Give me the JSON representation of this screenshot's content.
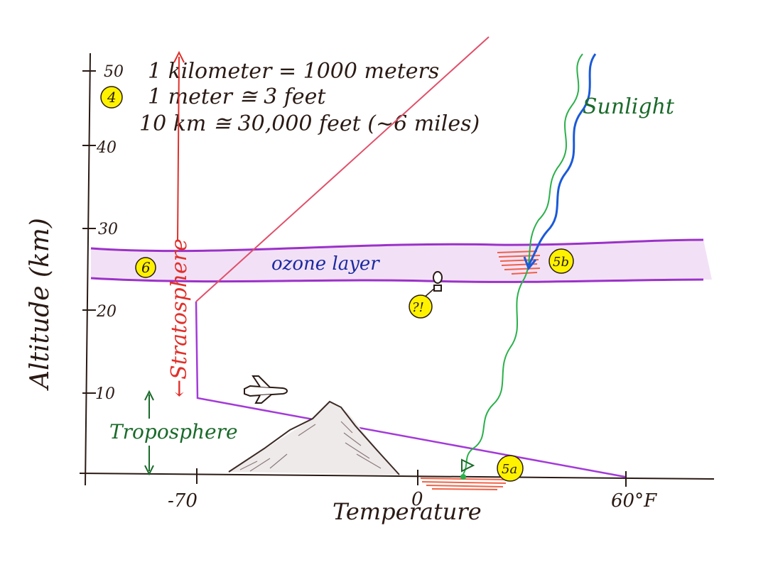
{
  "axes": {
    "y_label": "Altitude (km)",
    "x_label": "Temperature",
    "y_ticks": [
      "50",
      "40",
      "30",
      "20",
      "10"
    ],
    "x_ticks": [
      "-70",
      "0",
      "60°F"
    ]
  },
  "notes": {
    "marker": "4",
    "line1": "1 kilometer = 1000 meters",
    "line2": "1 meter ≅ 3 feet",
    "line3": "10 km ≅ 30,000 feet (~6 miles)"
  },
  "layers": {
    "stratosphere": "←Stratosphere",
    "troposphere": "Troposphere",
    "ozone": "ozone layer",
    "ozone_marker": "6"
  },
  "sunlight": {
    "label": "Sunlight",
    "marker_top": "5b",
    "marker_bottom": "5a"
  },
  "balloon_marker": "?!",
  "colors": {
    "axis": "#2a1a14",
    "ozone": "#9b32c8",
    "temp_upper": "#e0506a",
    "strat_arrow": "#e0302a",
    "tropo": "#1a6a2a",
    "sun_green": "#2ab04a",
    "sun_blue": "#1b5ad8",
    "highlight": "#fff200",
    "warm": "#ee4a2a"
  }
}
